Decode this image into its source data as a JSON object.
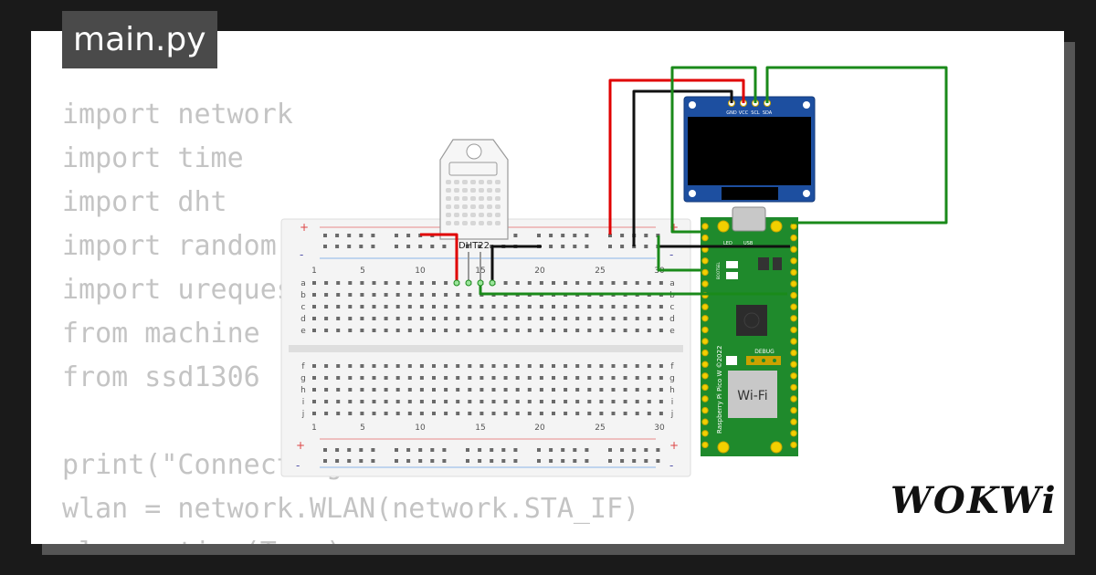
{
  "file_tab": {
    "label": "main.py"
  },
  "code": {
    "lines": [
      "import network",
      "import time",
      "import dht",
      "import random",
      "import urequests",
      "from machine",
      "from ssd1306",
      "",
      "print(\"Connecting",
      "wlan = network.WLAN(network.STA_IF)",
      "wlan.active(True)"
    ]
  },
  "breadboard": {
    "column_labels": [
      "1",
      "5",
      "10",
      "15",
      "20",
      "25",
      "30"
    ],
    "top_row_labels": [
      "a",
      "b",
      "c",
      "d",
      "e"
    ],
    "bottom_row_labels": [
      "f",
      "g",
      "h",
      "i",
      "j"
    ],
    "rail_plus": "+",
    "rail_minus": "-"
  },
  "dht_sensor": {
    "label": "DHT22"
  },
  "oled": {
    "pin_labels": [
      "GND",
      "VCC",
      "SCL",
      "SDA"
    ]
  },
  "pico": {
    "labels": {
      "led": "LED",
      "usb": "USB",
      "debug": "DEBUG",
      "wifi": "Wi-Fi",
      "board_name": "Raspberry Pi Pico W ©2022",
      "bootsel": "BOOTSEL"
    }
  },
  "brand": {
    "logo": "WOKWi"
  },
  "colors": {
    "background": "#1a1a1a",
    "card": "#ffffff",
    "tab": "#4a4a4a",
    "code_text": "#c4c4c4",
    "wire_red": "#e00000",
    "wire_black": "#111111",
    "wire_green": "#1a8a1a",
    "pico_pcb": "#1f8a2c",
    "oled_pcb": "#1d4fa0"
  }
}
